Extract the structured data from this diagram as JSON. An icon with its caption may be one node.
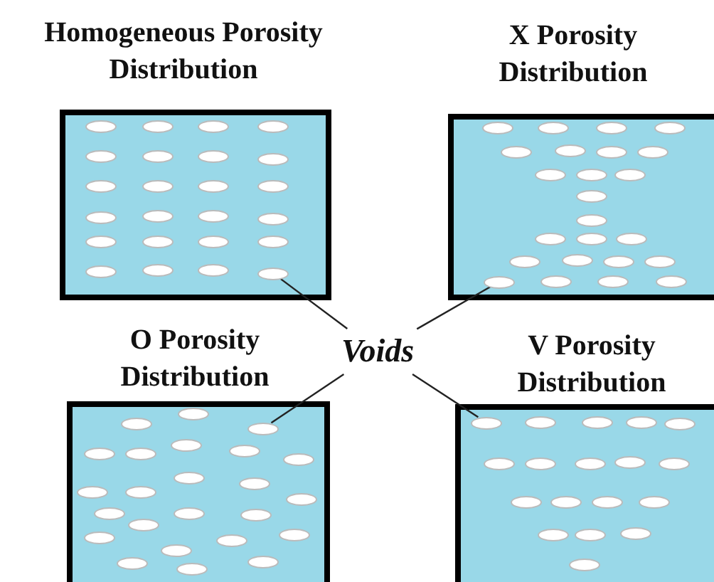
{
  "diagram": {
    "nodes": [
      {
        "text": [
          "Homogeneous Porosity Distribution"
        ]
      },
      {
        "text": [],
        "shape": "ellipse",
        "in": 0
      },
      {
        "text": [
          "X Porosity Distribution"
        ]
      },
      {
        "text": [],
        "shape": "ellipse",
        "in": 2
      },
      {
        "text": [
          "Voids"
        ]
      },
      {
        "text": [
          "O Porosity Distribution"
        ]
      },
      {
        "text": [],
        "shape": "ellipse",
        "in": 5
      },
      {
        "text": [
          "V Porosity Distribution"
        ]
      },
      {
        "text": [],
        "shape": "ellipse",
        "in": 7
      }
    ],
    "edges": [
      {
        "from": 4,
        "to": 1,
        "arrow": "none"
      },
      {
        "from": 4,
        "to": 3,
        "arrow": "none"
      },
      {
        "from": 4,
        "to": 6,
        "arrow": "none"
      },
      {
        "from": 4,
        "to": 8,
        "arrow": "none"
      }
    ]
  }
}
